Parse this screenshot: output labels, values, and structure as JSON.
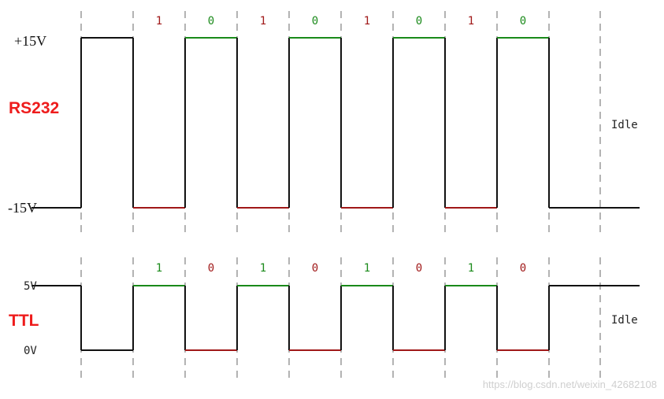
{
  "colors": {
    "idle_trace": "#111111",
    "bit_one_red": "#a01818",
    "bit_zero_green": "#1a8a1a",
    "dashed_guides": "#8a8a8a",
    "protocol_label": "#ee1c1c",
    "watermark": "#cfcfcf"
  },
  "rs232": {
    "label": "RS232",
    "high_voltage_label": "+15V",
    "low_voltage_label": "-15V",
    "bits": [
      "1",
      "0",
      "1",
      "0",
      "1",
      "0",
      "1",
      "0"
    ],
    "idle_label": "Idle"
  },
  "ttl": {
    "label": "TTL",
    "high_voltage_label": "5V",
    "low_voltage_label": "0V",
    "bits": [
      "1",
      "0",
      "1",
      "0",
      "1",
      "0",
      "1",
      "0"
    ],
    "idle_label": "Idle"
  },
  "watermark": "https://blog.csdn.net/weixin_42682108"
}
